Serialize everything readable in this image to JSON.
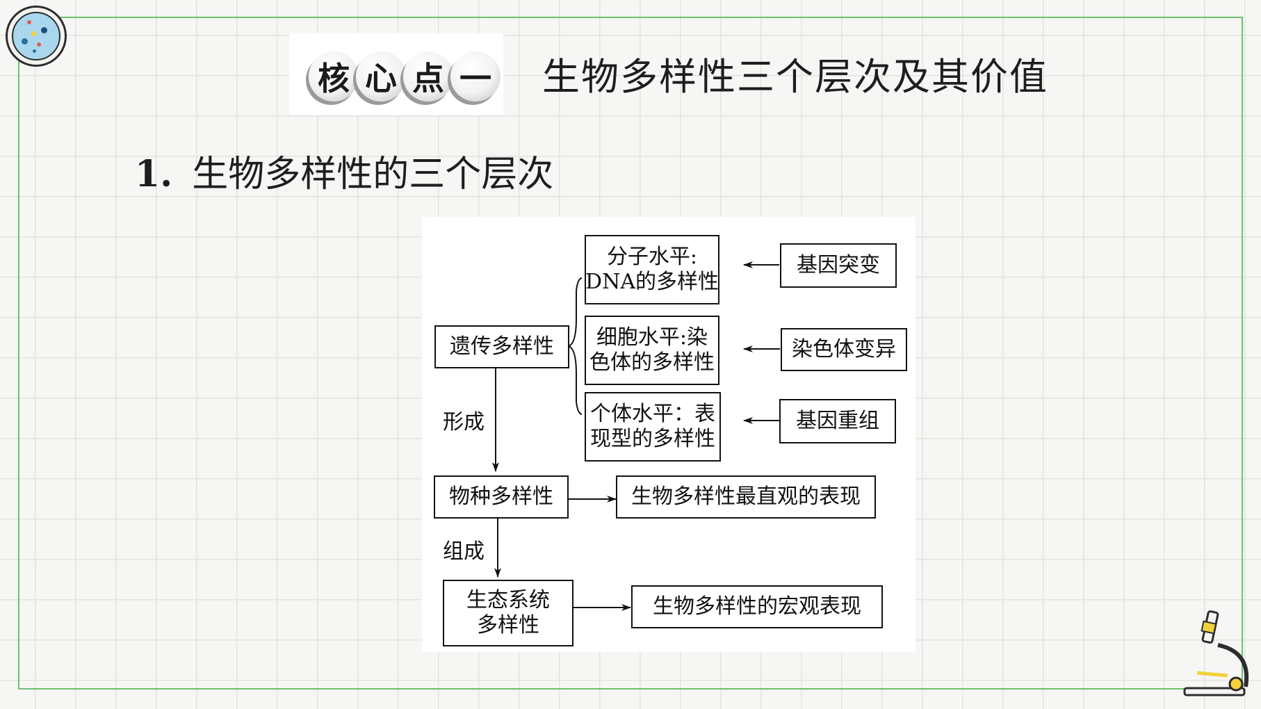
{
  "badge": {
    "chars": [
      "核",
      "心",
      "点",
      "一"
    ]
  },
  "heading": "生物多样性三个层次及其价值",
  "subheading": {
    "number": "1.",
    "text": "生物多样性的三个层次"
  },
  "diagram": {
    "genetic": "遗传多样性",
    "molecular": [
      "分子水平:",
      "DNA的多样性"
    ],
    "cellular": [
      "细胞水平:染",
      "色体的多样性"
    ],
    "individual": [
      "个体水平：表",
      "现型的多样性"
    ],
    "mutation": "基因突变",
    "chromosome_variation": "染色体变异",
    "recombination": "基因重组",
    "form_label": "形成",
    "species": "物种多样性",
    "species_note": "生物多样性最直观的表现",
    "compose_label": "组成",
    "ecosystem": [
      "生态系统",
      "多样性"
    ],
    "ecosystem_note": "生物多样性的宏观表现"
  },
  "colors": {
    "frame": "#6cc070",
    "petri": "#a9d7ee",
    "grid": "#e3e3e0"
  },
  "icons": [
    "petri-dish-icon",
    "microscope-icon"
  ]
}
